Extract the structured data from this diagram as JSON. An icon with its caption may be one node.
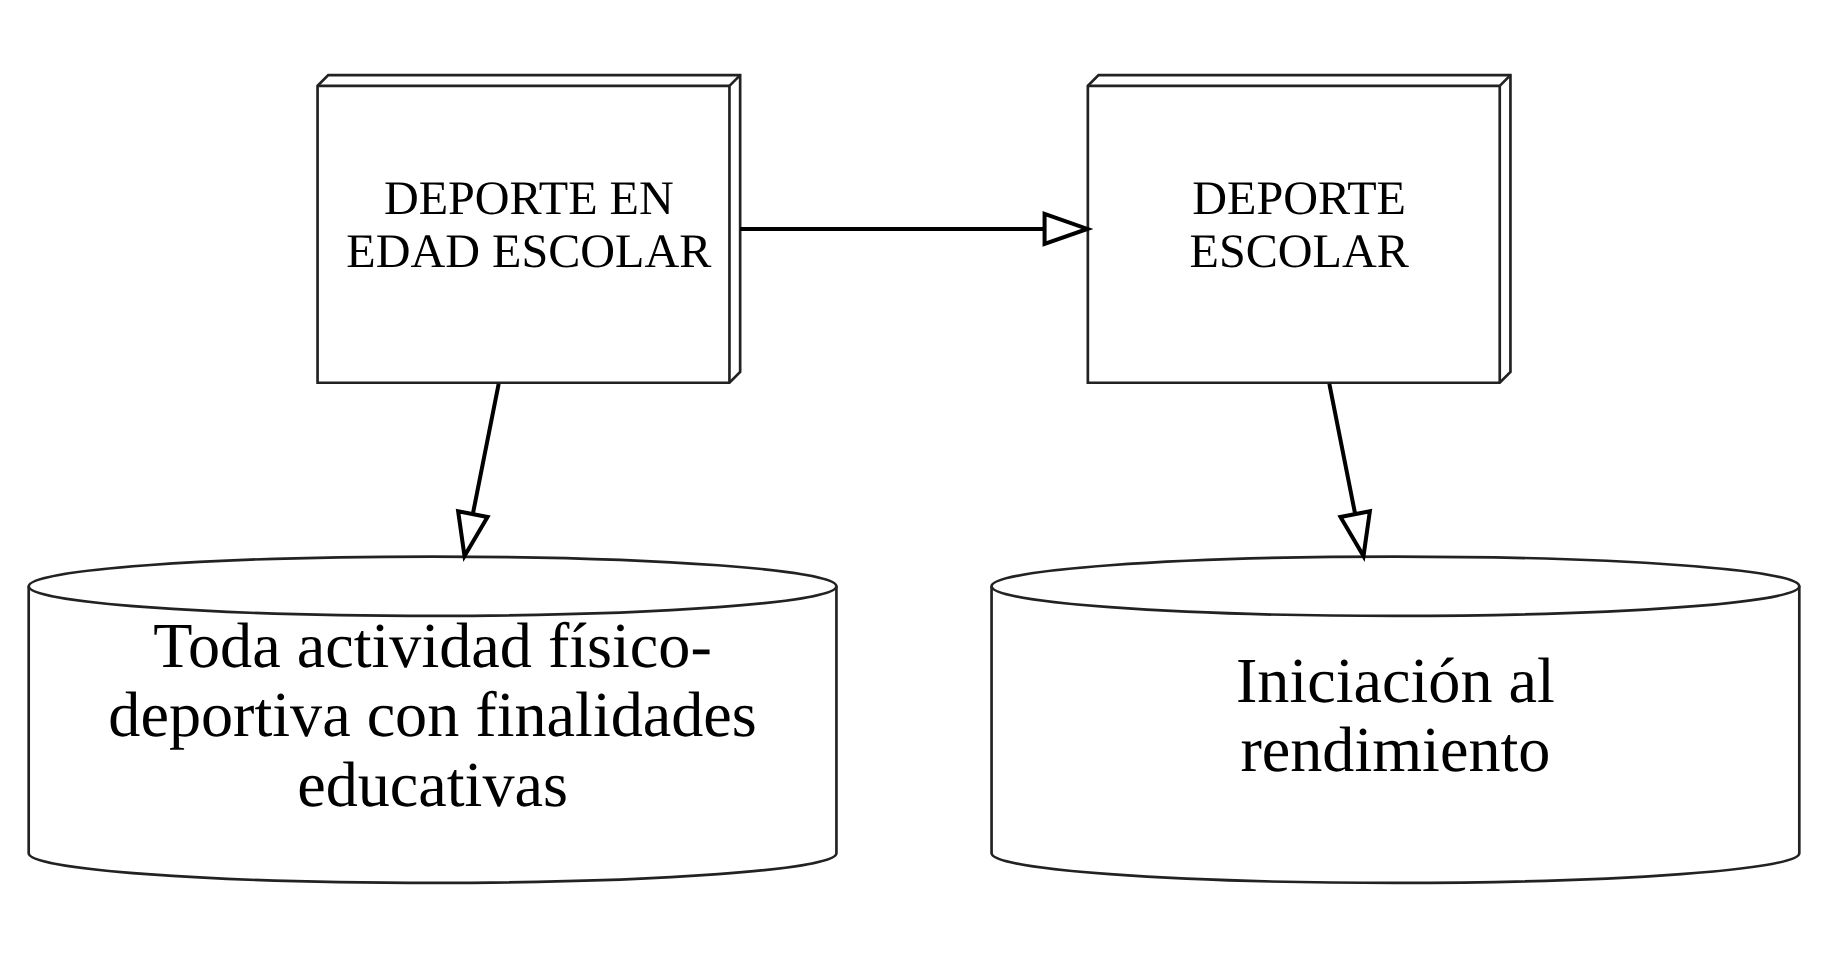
{
  "diagram": {
    "nodes": [
      {
        "text": [
          "DEPORTE EN EDAD ESCOLAR"
        ]
      },
      {
        "text": [
          "DEPORTE ESCOLAR"
        ]
      },
      {
        "text": [
          "Toda actividad físico-deportiva con finalidades educativas"
        ]
      },
      {
        "text": [
          "Iniciación al rendimiento"
        ]
      }
    ],
    "edges": [
      {
        "from": 0,
        "to": 1,
        "arrow": "to"
      },
      {
        "from": 0,
        "to": 2,
        "arrow": "to"
      },
      {
        "from": 1,
        "to": 3,
        "arrow": "to"
      }
    ]
  }
}
